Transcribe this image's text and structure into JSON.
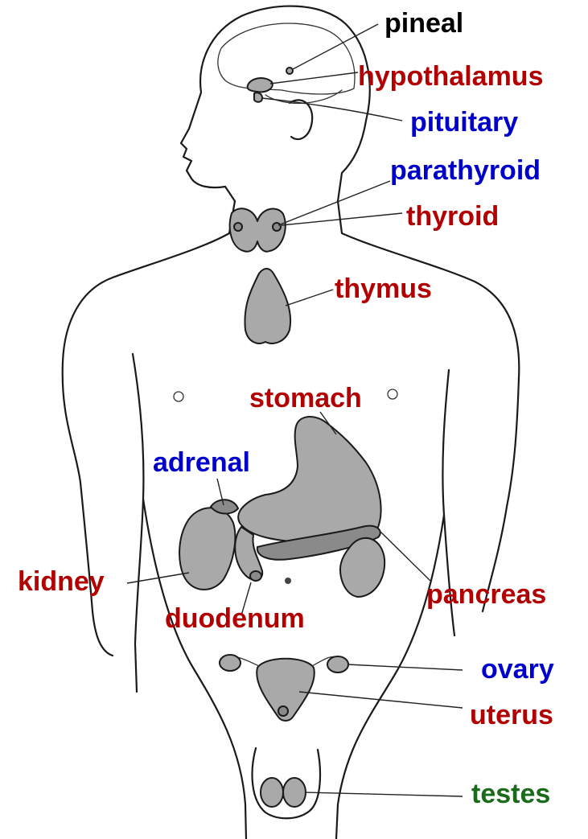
{
  "colors": {
    "black": "#000000",
    "red": "#b30000",
    "blue": "#0000cc",
    "green": "#1a6b1a"
  },
  "labels": {
    "pineal": "pineal",
    "hypothalamus": "hypothalamus",
    "pituitary": "pituitary",
    "parathyroid": "parathyroid",
    "thyroid": "thyroid",
    "thymus": "thymus",
    "stomach": "stomach",
    "adrenal": "adrenal",
    "kidney": "kidney",
    "duodenum": "duodenum",
    "pancreas": "pancreas",
    "ovary": "ovary",
    "uterus": "uterus",
    "testes": "testes"
  }
}
